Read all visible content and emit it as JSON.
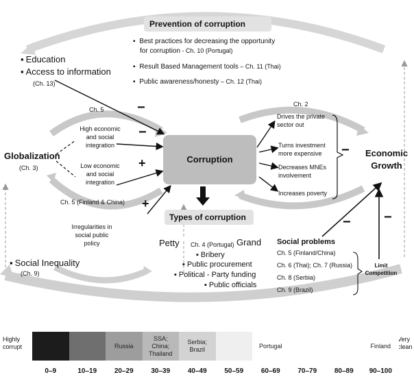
{
  "prevention": {
    "title": "Prevention of corruption",
    "items": [
      {
        "line1": "Best practices for decreasing the opportunity",
        "line2": "for corruption",
        "ref": " - Ch. 10 (Portugal)"
      },
      {
        "text": "Result Based Management tools",
        "ref": " – Ch. 11 (Thai)"
      },
      {
        "text": "Public awareness/honesty",
        "ref": " – Ch. 12 (Thai)"
      }
    ]
  },
  "education": {
    "items": [
      "Education",
      "Access to information"
    ],
    "ref": "(Ch. 13)"
  },
  "globalization": {
    "title": "Globalization",
    "ref": "(Ch. 3)"
  },
  "globalization_links": {
    "ch5": "Ch. 5",
    "high": [
      "High economic",
      "and social",
      "integration"
    ],
    "low": [
      "Low economic",
      "and social",
      "integration"
    ],
    "ch5_finland_china": "Ch. 5 (Finland & China)"
  },
  "corruption": {
    "title": "Corruption"
  },
  "ch2": "Ch. 2",
  "effects": [
    [
      "Drives the private",
      "sector out"
    ],
    [
      "Turns investment",
      "more expensive"
    ],
    [
      "Decreases MNEs",
      "involvement"
    ],
    [
      "Increases poverty"
    ]
  ],
  "economic_growth": {
    "line1": "Economic",
    "line2": "Growth"
  },
  "signs": {
    "minus": "−",
    "plus": "+"
  },
  "irregularities": [
    "Irregularities in",
    "social public",
    "policy"
  ],
  "social_inequality": {
    "title": "Social Inequality",
    "ref": "(Ch. 9)"
  },
  "types": {
    "title": "Types of corruption",
    "petty": "Petty",
    "grand": "Grand",
    "ch4": "Ch. 4 (Portugal)",
    "items": [
      "Bribery",
      "Public procurement",
      "Political - Party funding",
      "Public officials"
    ]
  },
  "social_problems": {
    "title": "Social problems",
    "items": [
      "Ch. 5 (Finland/China)",
      "Ch. 6 (Thai); Ch. 7 (Russia)",
      "Ch. 8 (Serbia)",
      "Ch. 9 (Brazil)"
    ]
  },
  "limit_competition": {
    "line1": "Limit",
    "line2": "Competition"
  },
  "scale": {
    "left_label": [
      "Highly",
      "corrupt"
    ],
    "right_label": [
      "Very",
      "clean"
    ],
    "ticks": [
      "0–9",
      "10–19",
      "20–29",
      "30–39",
      "40–49",
      "50–59",
      "60–69",
      "70–79",
      "80–89",
      "90–100"
    ],
    "cells": [
      {
        "label": [],
        "color": "#1c1c1c"
      },
      {
        "label": [],
        "color": "#6f6f6f"
      },
      {
        "label": [
          "Russia"
        ],
        "color": "#9d9d9d"
      },
      {
        "label": [
          "SSA;",
          "China;",
          "Thailand"
        ],
        "color": "#b9b9b9"
      },
      {
        "label": [
          "Serbia;",
          "Brazil"
        ],
        "color": "#d3d3d3"
      },
      {
        "label": [],
        "color": "#efefef"
      },
      {
        "label": [
          "Portugal"
        ],
        "color": "#ffffff"
      },
      {
        "label": [],
        "color": "#ffffff"
      },
      {
        "label": [],
        "color": "#ffffff"
      },
      {
        "label": [
          "Finland"
        ],
        "color": "#ffffff"
      }
    ]
  }
}
